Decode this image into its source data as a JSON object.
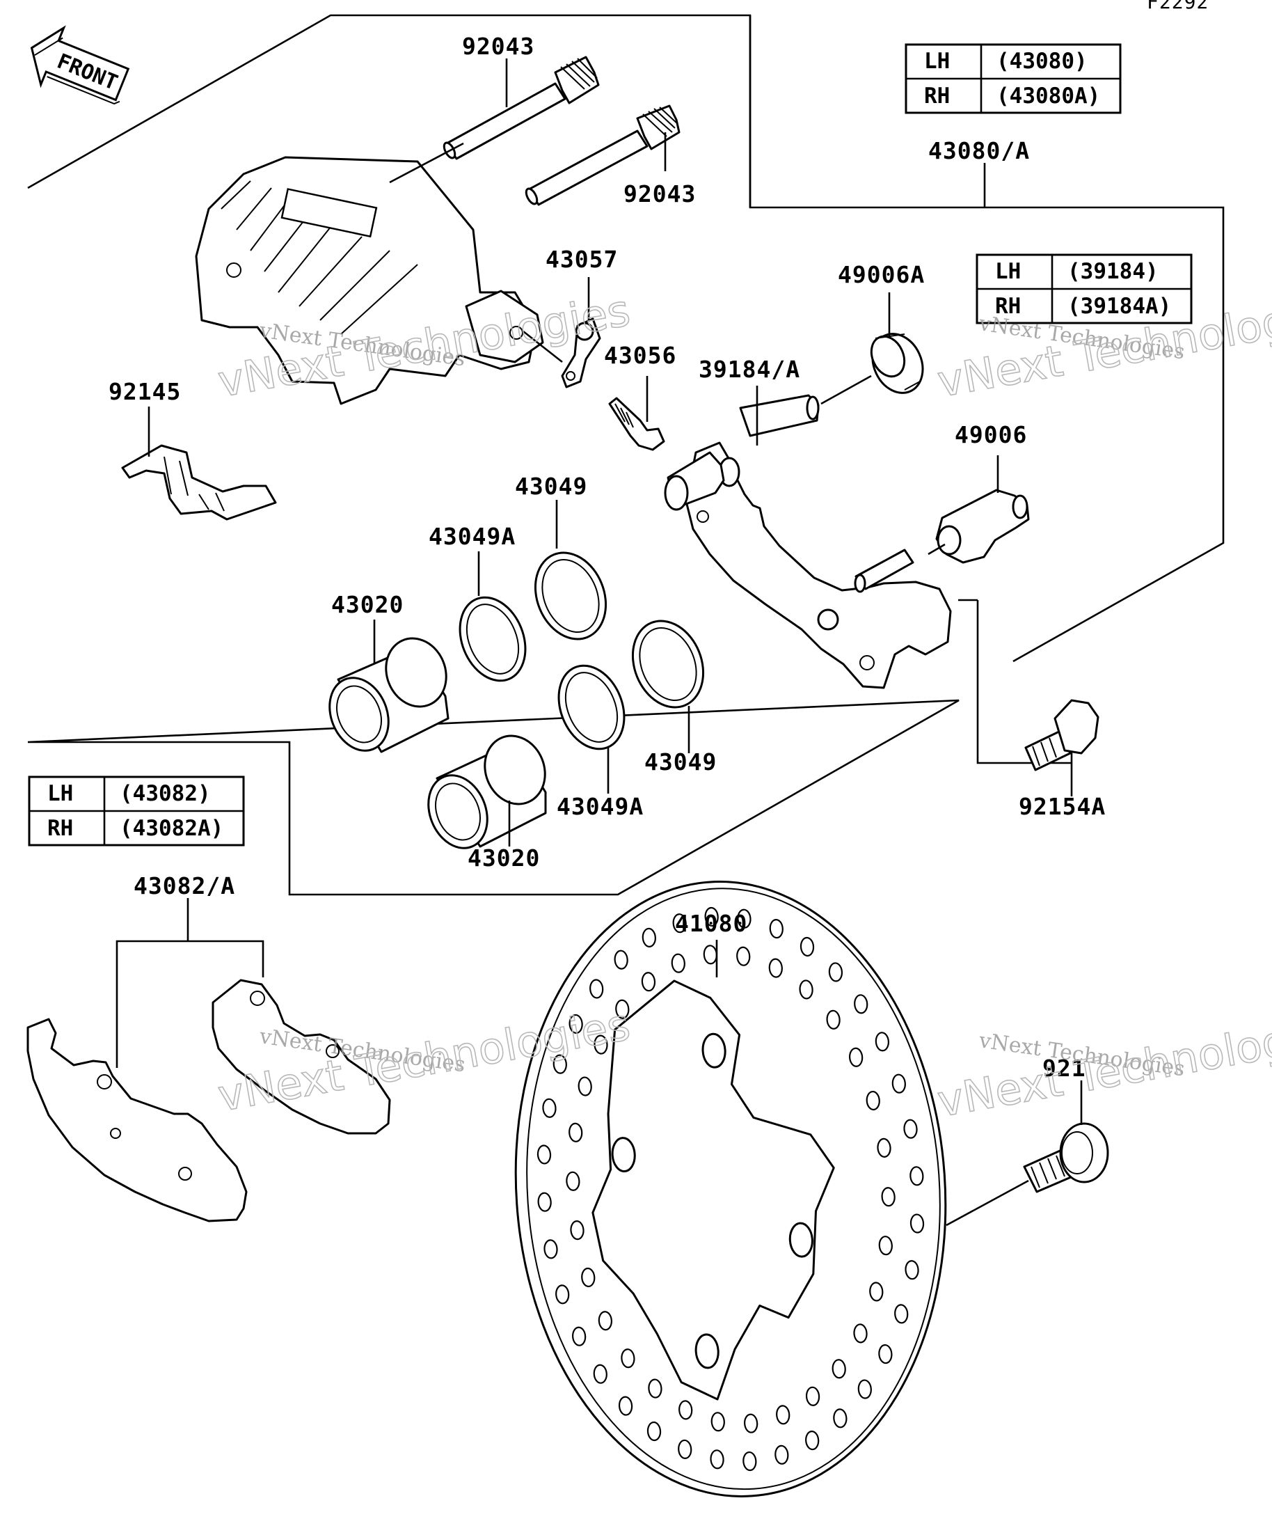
{
  "figure_code": "F2292",
  "front_label": "FRONT",
  "tables": {
    "caliper": {
      "rows": [
        {
          "side": "LH",
          "part": "(43080)"
        },
        {
          "side": "RH",
          "part": "(43080A)"
        }
      ]
    },
    "bracket": {
      "rows": [
        {
          "side": "LH",
          "part": "(39184)"
        },
        {
          "side": "RH",
          "part": "(39184A)"
        }
      ]
    },
    "pads": {
      "rows": [
        {
          "side": "LH",
          "part": "(43082)"
        },
        {
          "side": "RH",
          "part": "(43082A)"
        }
      ]
    }
  },
  "labels": {
    "pin_top": "92043",
    "pin_second": "92043",
    "caliper_assy": "43080/A",
    "bleeder_cap": "43057",
    "bleeder_valve": "43056",
    "boot_a": "49006A",
    "bracket": "39184/A",
    "boot": "49006",
    "pad_spring": "92145",
    "seal_upper": "43049",
    "seal_a_upper": "43049A",
    "piston_upper": "43020",
    "seal_lower": "43049",
    "seal_a_lower": "43049A",
    "piston_lower": "43020",
    "bolt_caliper": "92154A",
    "pad_set": "43082/A",
    "disc": "41080",
    "disc_bolt": "921"
  },
  "watermark": {
    "line1": "vNext Technologies",
    "line2": "vNext Technologies"
  }
}
